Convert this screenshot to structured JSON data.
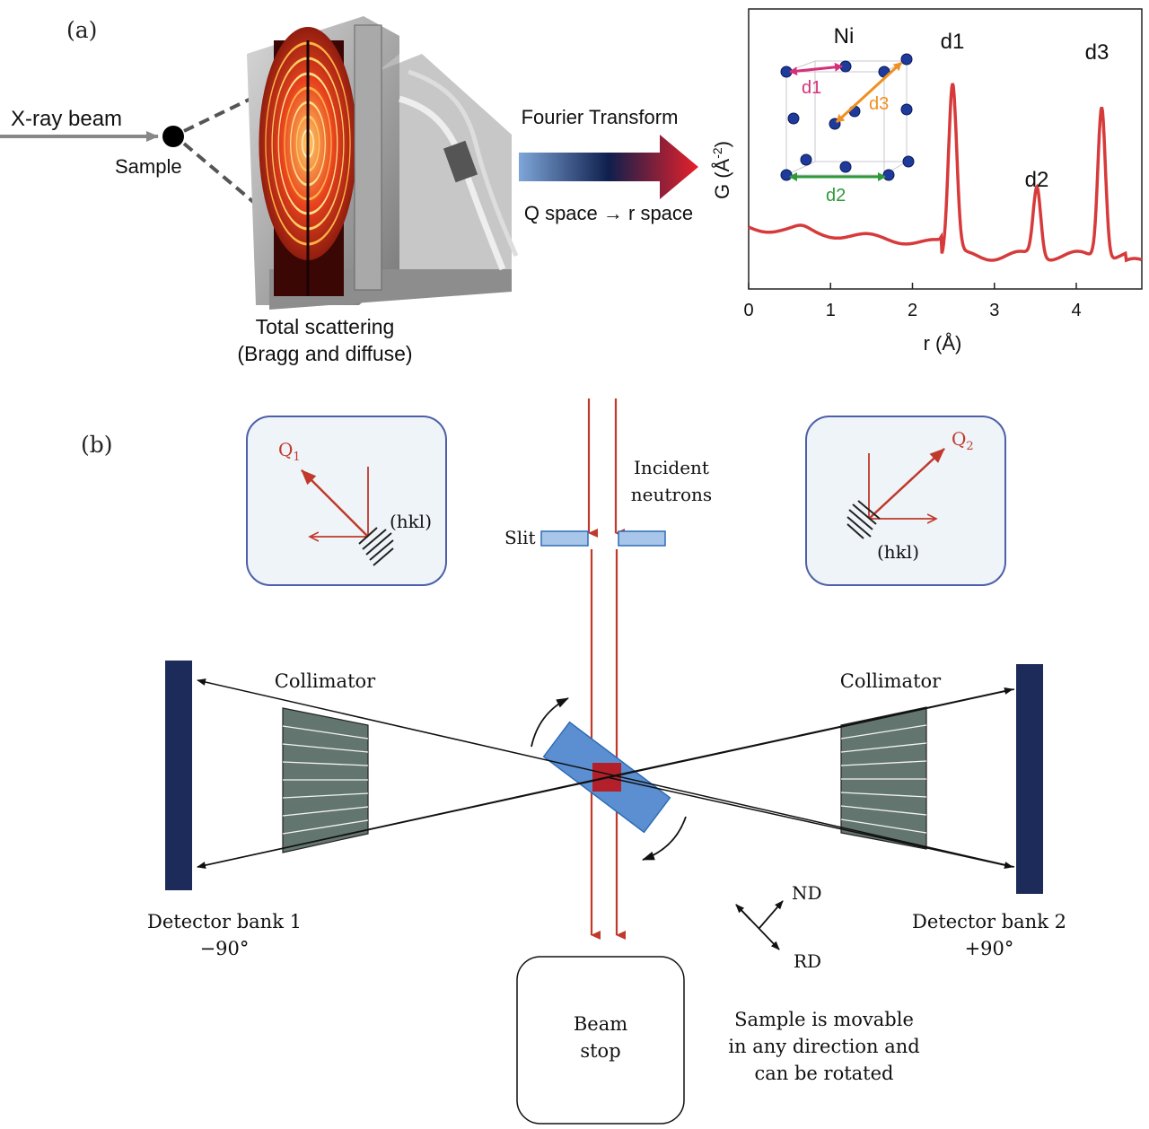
{
  "panel_a": {
    "label": "(a)",
    "xray_beam": "X-ray beam",
    "sample": "Sample",
    "total_scattering_1": "Total scattering",
    "total_scattering_2": "(Bragg and diffuse)",
    "fourier_transform": "Fourier Transform",
    "q_to_r": "Q space → r space",
    "gradient_colors": [
      "#7ea6d8",
      "#0f1f4d",
      "#e8202a"
    ],
    "pdf": {
      "ylabel": "G (Å",
      "ylabel_sup": "-2",
      "ylabel_close": ")",
      "xlabel": "r (Å)",
      "x_ticks": [
        "0",
        "1",
        "2",
        "3",
        "4"
      ],
      "peaks": [
        "d1",
        "d2",
        "d3"
      ],
      "inset_title": "Ni",
      "inset_d1": "d1",
      "inset_d2": "d2",
      "inset_d3": "d3",
      "curve_color": "#d63a3a",
      "chart_data": {
        "type": "line",
        "xlabel": "r (Å)",
        "ylabel": "G (Å-2)",
        "xlim": [
          0,
          4.8
        ],
        "x_ticks": [
          0,
          1,
          2,
          3,
          4
        ],
        "peak_labels": [
          {
            "label": "d1",
            "r": 2.49
          },
          {
            "label": "d2",
            "r": 3.52
          },
          {
            "label": "d3",
            "r": 4.31
          }
        ]
      }
    }
  },
  "panel_b": {
    "label": "(b)",
    "q1": "Q",
    "q1_sub": "1",
    "q2": "Q",
    "q2_sub": "2",
    "hkl_left": "(hkl)",
    "hkl_right": "(hkl)",
    "incident_1": "Incident",
    "incident_2": "neutrons",
    "slit": "Slit",
    "collimator_left": "Collimator",
    "collimator_right": "Collimator",
    "detector1_1": "Detector bank 1",
    "detector1_2": "−90°",
    "detector2_1": "Detector bank 2",
    "detector2_2": "+90°",
    "nd": "ND",
    "rd": "RD",
    "beam_stop_1": "Beam",
    "beam_stop_2": "stop",
    "movable_1": "Sample is movable",
    "movable_2": "in any direction and",
    "movable_3": "can be rotated",
    "colors": {
      "beam": "#c0392b",
      "detector": "#1c2b5a",
      "collimator": "#63756f",
      "sample_plate": "#5b8fd1",
      "sample_core": "#b3202a",
      "inset_fill": "#eef4f8",
      "inset_stroke": "#4c5fa8"
    }
  }
}
